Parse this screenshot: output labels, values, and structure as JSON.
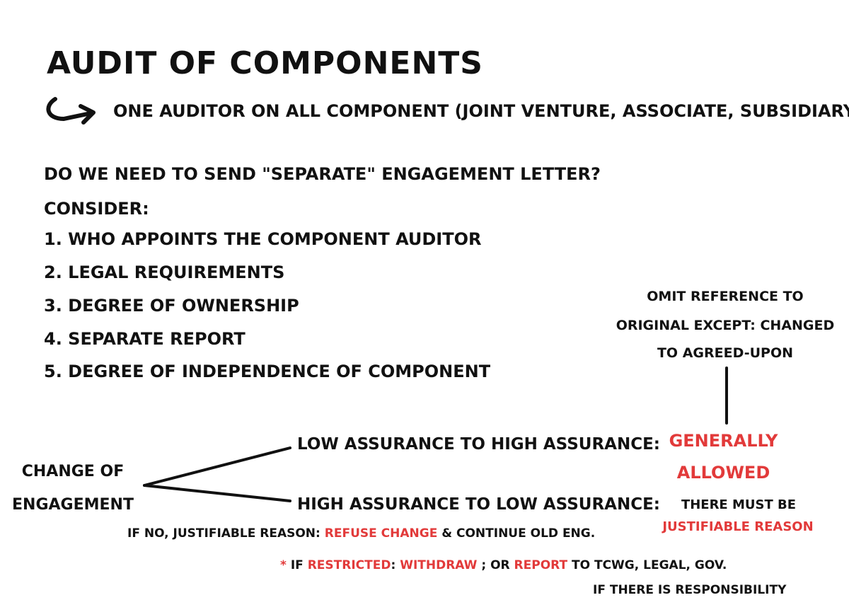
{
  "title": "Audit of Components",
  "subtitle": "One auditor on all component (Joint venture, associate, subsidiary )",
  "question": "Do we need to send \"separate\" engagement letter?",
  "consider_label": "Consider:",
  "considerations": [
    "1. Who appoints the component auditor",
    "2. Legal requirements",
    "3. Degree of ownership",
    "4. Separate report",
    "5. Degree of independence of component"
  ],
  "change_box": {
    "line1": "Change of",
    "line2": "Engagement"
  },
  "branch_low_to_high": "Low assurance to high assurance:",
  "branch_high_to_low": "High assurance to low assurance:",
  "generally": "Generally",
  "allowed": "Allowed",
  "omit_note": {
    "line1": "Omit reference to",
    "line2": "original except: changed",
    "line3": "to agreed-upon"
  },
  "must_be": "There must be",
  "justifiable_reason": "Justifiable reason",
  "no_reason": {
    "prefix": "If no, justifiable reason:",
    "refuse": "Refuse change",
    "suffix": "& continue old eng."
  },
  "restricted": {
    "star": "*",
    "if": "If",
    "restricted": "Restricted",
    "colon": ":",
    "withdraw": "Withdraw",
    "or": "; or",
    "report": "Report",
    "to": "to TCWG, Legal, Gov.",
    "responsibility": "If there is responsibility"
  },
  "colors": {
    "ink": "#111111",
    "accent": "#e23a3a"
  }
}
